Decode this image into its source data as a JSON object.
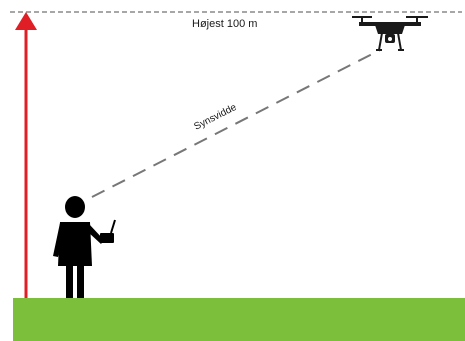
{
  "labels": {
    "max_height": "Højest 100 m",
    "line_of_sight": "Synsvidde"
  },
  "colors": {
    "ground": "#7cbf3a",
    "arrow": "#e01e25",
    "person": "#000000",
    "dashed_line": "#777777",
    "top_line": "#8a8a8a"
  },
  "icons": {
    "person": "drone-pilot-silhouette",
    "drone": "quadcopter-drone-icon",
    "arrow": "height-arrow"
  }
}
